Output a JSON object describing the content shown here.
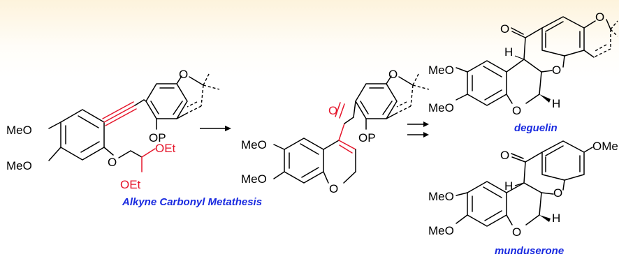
{
  "scheme": {
    "caption_reaction": "Alkyne Carbonyl Metathesis",
    "product1_name": "deguelin",
    "product2_name": "munduserone"
  },
  "labels": {
    "meo": "MeO",
    "ome": "OMe",
    "oet": "OEt",
    "op": "OP",
    "o": "O",
    "h": "H"
  },
  "colors": {
    "highlight": "#e5162b",
    "caption": "#1a2be0",
    "background_top": "#fdf3dc"
  }
}
